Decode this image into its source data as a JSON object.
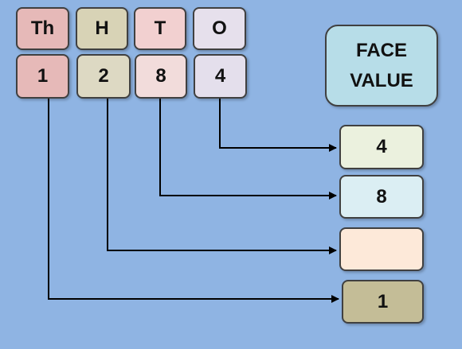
{
  "headers": [
    {
      "label": "Th",
      "color": "#e6b9b8"
    },
    {
      "label": "H",
      "color": "#d8d3b6"
    },
    {
      "label": "T",
      "color": "#f2d0d0"
    },
    {
      "label": "O",
      "color": "#e6e0ec"
    }
  ],
  "digits": [
    {
      "value": "1",
      "color": "#e6b9b8"
    },
    {
      "value": "2",
      "color": "#ddd9c3"
    },
    {
      "value": "8",
      "color": "#f2dcdb"
    },
    {
      "value": "4",
      "color": "#e4dfec"
    }
  ],
  "face_value_box": {
    "line1": "FACE",
    "line2": "VALUE",
    "color": "#b7dde8"
  },
  "results": [
    {
      "value": "4",
      "color": "#ebf1de"
    },
    {
      "value": "8",
      "color": "#dbeef3"
    },
    {
      "value": "",
      "color": "#fde9d9"
    },
    {
      "value": "1",
      "color": "#c4bd97"
    }
  ]
}
